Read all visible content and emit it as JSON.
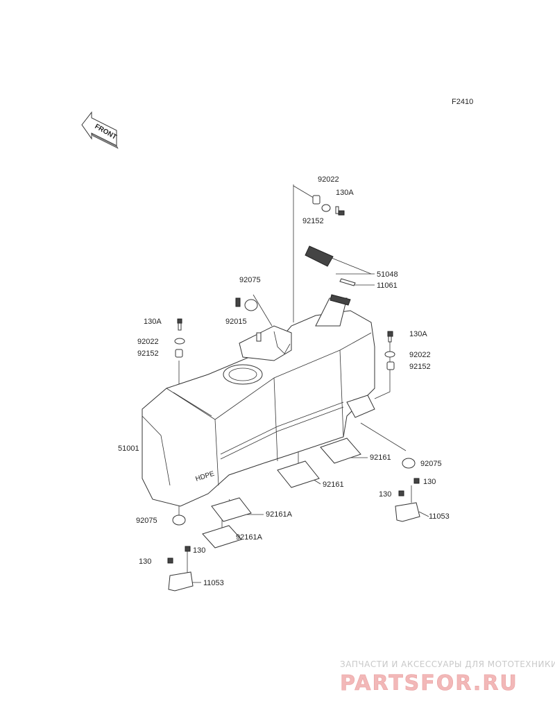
{
  "diagram_code": "F2410",
  "front_label": "FRONT",
  "callouts": [
    {
      "id": "c-92022-top",
      "text": "92022"
    },
    {
      "id": "c-130a-top",
      "text": "130A"
    },
    {
      "id": "c-92152-top",
      "text": "92152"
    },
    {
      "id": "c-51048",
      "text": "51048"
    },
    {
      "id": "c-11061",
      "text": "11061"
    },
    {
      "id": "c-92075-top",
      "text": "92075"
    },
    {
      "id": "c-92015",
      "text": "92015"
    },
    {
      "id": "c-130a-left",
      "text": "130A"
    },
    {
      "id": "c-92022-left",
      "text": "92022"
    },
    {
      "id": "c-92152-left",
      "text": "92152"
    },
    {
      "id": "c-130a-right",
      "text": "130A"
    },
    {
      "id": "c-92022-right",
      "text": "92022"
    },
    {
      "id": "c-92152-right",
      "text": "92152"
    },
    {
      "id": "c-51001",
      "text": "51001"
    },
    {
      "id": "c-92161-r",
      "text": "92161"
    },
    {
      "id": "c-92075-right",
      "text": "92075"
    },
    {
      "id": "c-130-right-a",
      "text": "130"
    },
    {
      "id": "c-130-right-b",
      "text": "130"
    },
    {
      "id": "c-11053-right",
      "text": "11053"
    },
    {
      "id": "c-92161-m",
      "text": "92161"
    },
    {
      "id": "c-92161a-1",
      "text": "92161A"
    },
    {
      "id": "c-92161a-2",
      "text": "92161A"
    },
    {
      "id": "c-92075-left",
      "text": "92075"
    },
    {
      "id": "c-130-left-a",
      "text": "130"
    },
    {
      "id": "c-130-left-b",
      "text": "130"
    },
    {
      "id": "c-11053-left",
      "text": "11053"
    }
  ],
  "tank_marking": "HDPE",
  "watermark": {
    "tagline": "ЗАПЧАСТИ И АКСЕССУАРЫ ДЛЯ МОТОТЕХНИКИ",
    "brand": "PARTSFOR.RU"
  }
}
